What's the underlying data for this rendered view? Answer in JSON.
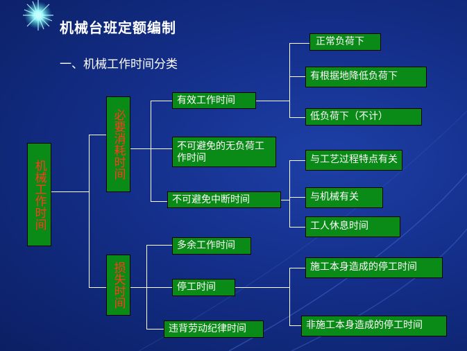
{
  "title": "机械台班定额编制",
  "subtitle": "一、机械工作时间分类",
  "root": "机械工作时间",
  "branches": {
    "necessary": "必要消耗时间",
    "loss": "损失时间"
  },
  "necessary_items": {
    "effective": "有效工作时间",
    "unavoidable_noload": "不可避免的无负荷工作时间",
    "unavoidable_interrupt": "不可避免中断时间"
  },
  "effective_items": [
    "正常负荷下",
    "有根据地降低负荷下",
    "低负荷下（不计）"
  ],
  "interrupt_items": [
    "与工艺过程特点有关",
    "与机械有关",
    "工人休息时间"
  ],
  "loss_items": {
    "excess": "多余工作时间",
    "stoppage": "停工时间",
    "violation": "违背劳动纪律时间"
  },
  "stoppage_items": [
    "施工本身造成的停工时间",
    "非施工本身造成的停工时间"
  ],
  "colors": {
    "box_fill": "#0a8a16",
    "root_text": "#ff3b1a",
    "box_text": "#ffffff",
    "background": "#142f8a"
  },
  "icons": {
    "corner_star": "sparkle-icon"
  }
}
